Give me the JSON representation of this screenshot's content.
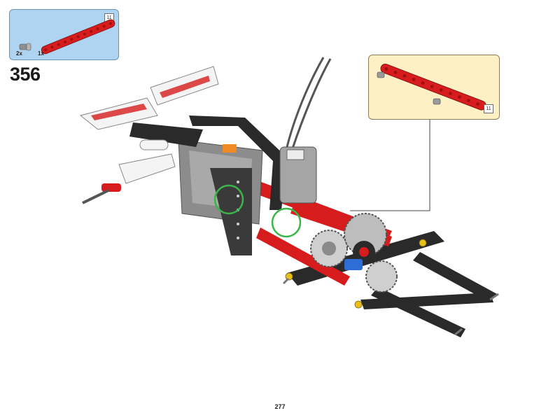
{
  "parts_list": {
    "items": [
      {
        "quantity": "2x",
        "part": "axle-pin"
      },
      {
        "quantity": "1x",
        "part": "beam-11"
      }
    ],
    "badge": "11"
  },
  "step_number": "356",
  "callout": {
    "badge": "11"
  },
  "page_number": "277",
  "colors": {
    "parts_box_bg": "#aed4f2",
    "callout_bg": "#fdf0c5",
    "beam_red": "#d61c1c",
    "frame_black": "#2a2a2a",
    "highlight_green": "#39b54a"
  }
}
